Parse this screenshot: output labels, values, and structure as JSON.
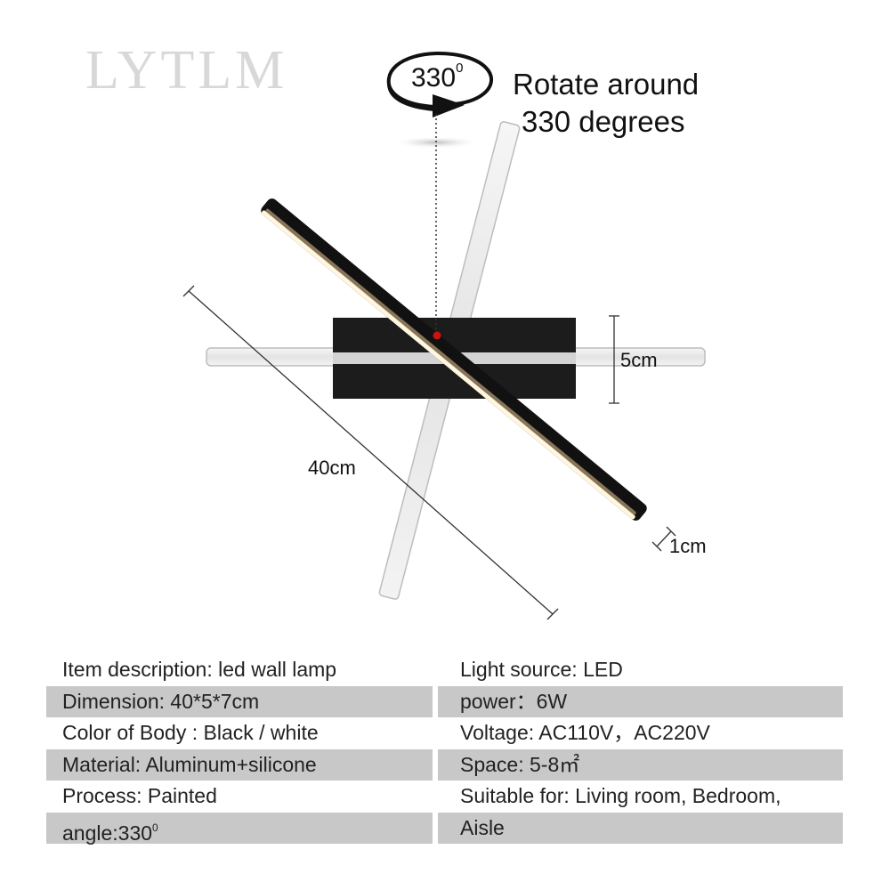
{
  "brand": "LYTLM",
  "rotation": {
    "badge_value": "330",
    "badge_sup": "0",
    "caption_line1": "Rotate around",
    "caption_line2": "330 degrees"
  },
  "dimensions": {
    "length": "40cm",
    "height": "5cm",
    "thickness": "1cm"
  },
  "spec_rows": [
    {
      "left": "Item description: led wall lamp",
      "right": "Light source: LED",
      "shaded": false
    },
    {
      "left": "Dimension: 40*5*7cm",
      "right": "power：6W",
      "shaded": true
    },
    {
      "left": "Color of Body : Black / white",
      "right": "Voltage: AC110V，AC220V",
      "shaded": false
    },
    {
      "left": "Material: Aluminum+silicone",
      "right": "Space: 5-8㎡",
      "shaded": true
    },
    {
      "left": "Process: Painted",
      "right": "Suitable for: Living room, Bedroom,",
      "shaded": false
    },
    {
      "left": "angle:330",
      "left_sup": "0",
      "right": " Aisle",
      "shaded": true
    }
  ],
  "colors": {
    "lamp_body": "#111111",
    "lamp_light": "#fff8e8",
    "ghost_bar": "#e9e9e9",
    "pivot_dot": "#cc1111",
    "row_shade": "#c8c8c8"
  }
}
